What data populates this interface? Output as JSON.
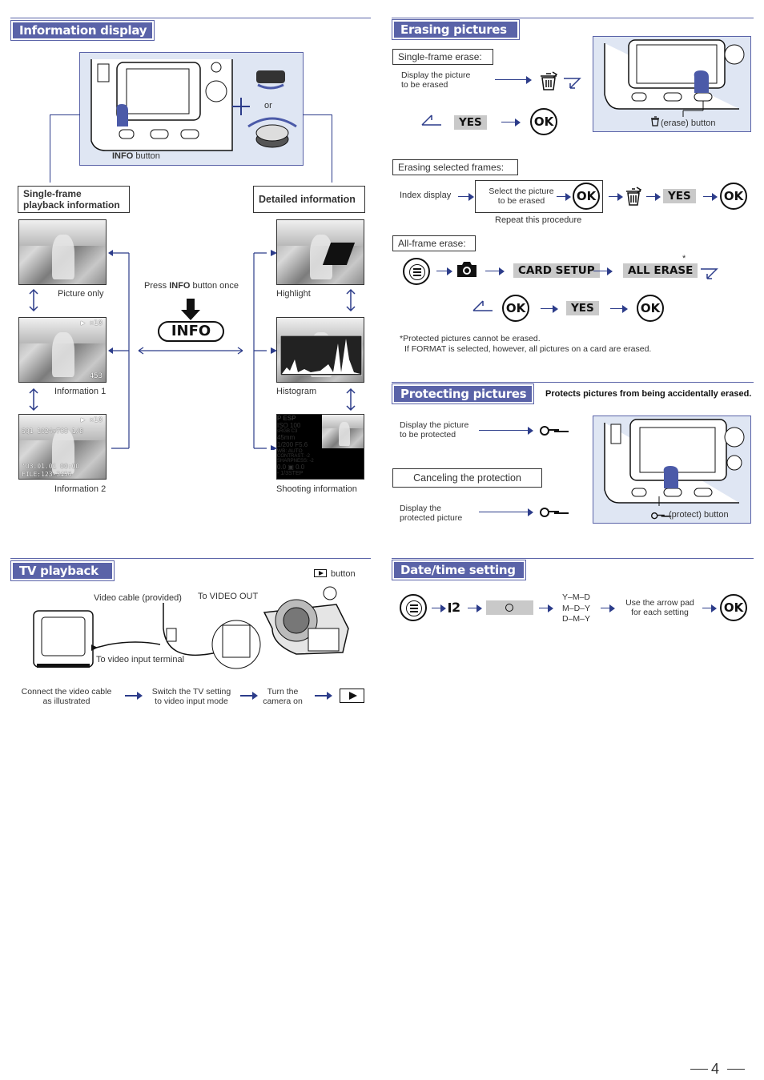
{
  "info_display": {
    "title": "Information display",
    "info_button_bold": "INFO",
    "info_button_rest": " button",
    "or": "or",
    "single_frame_title_1": "Single-frame",
    "single_frame_title_2": "playback information",
    "detailed_title": "Detailed information",
    "press_1": "Press ",
    "press_bold": "INFO",
    "press_2": " button once",
    "info_big": "INFO",
    "captions": [
      "Picture only",
      "Information 1",
      "Information 2",
      "Highlight",
      "Histogram",
      "Shooting information"
    ],
    "info1_overlay_top": "▶ ×10",
    "info1_overlay_num": "453",
    "info2_overlay_top": "▶ ×10",
    "info2_line1": "SQ1 1024×768 1/8",
    "info2_line2": "'03.01.01 00:00",
    "info2_line3": "FILE:123-3456",
    "shoot": {
      "l1": "P   ESP",
      "l2": "ISO 100",
      "l3": "sRGB C3",
      "l4": "45mm",
      "l5": "1/200  F5.6",
      "l6": "WB: AUTO",
      "l7": "CONTRAST: -2",
      "l8": "SHARPNESS: -2",
      "r1": "0.0 ▣ 0.0",
      "r2": "- 1/3STEP"
    }
  },
  "erasing": {
    "title": "Erasing pictures",
    "single_label": "Single-frame erase:",
    "single_step_1": "Display the picture",
    "single_step_2": "to be erased",
    "yes": "YES",
    "ok": "OK",
    "erase_button_caption": "(erase) button",
    "selected_label": "Erasing selected frames:",
    "index_display": "Index display",
    "select_1": "Select the picture",
    "select_2": "to be erased",
    "repeat": "Repeat this procedure",
    "all_label": "All-frame erase:",
    "card_setup": "CARD SETUP",
    "all_erase": "ALL ERASE",
    "asterisk": "*",
    "note_1": "*Protected pictures cannot be erased.",
    "note_2": "If FORMAT is selected, however, all pictures on a card are erased."
  },
  "protecting": {
    "title": "Protecting pictures",
    "subtitle": "Protects pictures from being accidentally erased.",
    "display_1": "Display the picture",
    "display_2": "to be protected",
    "cancel_label": "Canceling the protection",
    "display_prot_1": "Display the",
    "display_prot_2": "protected picture",
    "protect_caption": "(protect) button"
  },
  "tv": {
    "title": "TV playback",
    "button_caption": "button",
    "video_cable": "Video cable (provided)",
    "to_video_out": "To VIDEO OUT",
    "to_video_input": "To video input terminal",
    "step1_1": "Connect the video cable",
    "step1_2": "as illustrated",
    "step2_1": "Switch the TV setting",
    "step2_2": "to video input mode",
    "step3_1": "Turn the",
    "step3_2": "camera on"
  },
  "datetime": {
    "title": "Date/time setting",
    "tab": "2",
    "formats": [
      "Y–M–D",
      "M–D–Y",
      "D–M–Y"
    ],
    "arrow_pad_1": "Use the arrow pad",
    "arrow_pad_2": "for each setting",
    "ok": "OK"
  },
  "page_number": "4"
}
